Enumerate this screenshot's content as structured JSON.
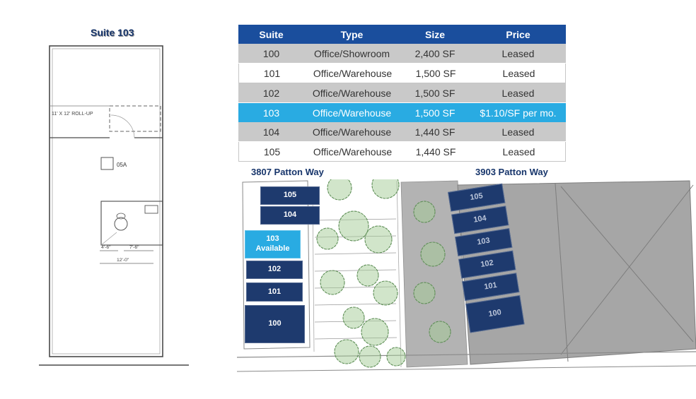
{
  "floorplan": {
    "title": "Suite 103",
    "rollup_label": "11' X 12' ROLL-UP",
    "room_label": "05A",
    "dims": {
      "a": "4'-6\"",
      "b": "7'-6\"",
      "c": "12'-0\""
    }
  },
  "table": {
    "headers": {
      "suite": "Suite",
      "type": "Type",
      "size": "Size",
      "price": "Price"
    },
    "rows": [
      {
        "suite": "100",
        "type": "Office/Showroom",
        "size": "2,400 SF",
        "price": "Leased"
      },
      {
        "suite": "101",
        "type": "Office/Warehouse",
        "size": "1,500 SF",
        "price": "Leased"
      },
      {
        "suite": "102",
        "type": "Office/Warehouse",
        "size": "1,500 SF",
        "price": "Leased"
      },
      {
        "suite": "103",
        "type": "Office/Warehouse",
        "size": "1,500 SF",
        "price": "$1.10/SF per mo."
      },
      {
        "suite": "104",
        "type": "Office/Warehouse",
        "size": "1,440 SF",
        "price": "Leased"
      },
      {
        "suite": "105",
        "type": "Office/Warehouse",
        "size": "1,440 SF",
        "price": "Leased"
      }
    ]
  },
  "siteplan": {
    "left_label": "3807 Patton Way",
    "right_label": "3903 Patton Way",
    "left_suites": {
      "s105": "105",
      "s104": "104",
      "s103_line1": "103",
      "s103_line2": "Available",
      "s102": "102",
      "s101": "101",
      "s100": "100"
    },
    "right_suites": {
      "s105": "105",
      "s104": "104",
      "s103": "103",
      "s102": "102",
      "s101": "101",
      "s100": "100"
    }
  },
  "colors": {
    "header_blue": "#1a4e9d",
    "highlight_cyan": "#29abe2",
    "suite_navy": "#1e3a6e",
    "row_gray": "#c9c9c9"
  }
}
